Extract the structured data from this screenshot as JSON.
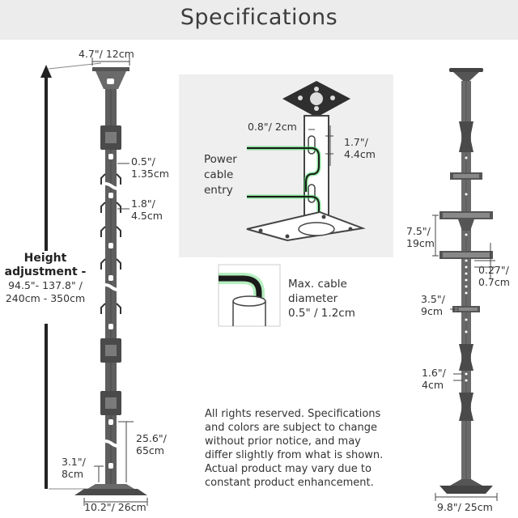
{
  "header": {
    "title": "Specifications"
  },
  "left_pole": {
    "top_width": "4.7\"/ 12cm",
    "notch_width": "0.5\"/\n1.35cm",
    "notch_spacing": "1.8\"/\n4.5cm",
    "height_title": "Height\nadjustment -",
    "height_range_imperial": "94.5\"- 137.8\" /",
    "height_range_metric": "240cm - 350cm",
    "lower_hole_span": "25.6\"/\n65cm",
    "base_height": "3.1\"/\n8cm",
    "base_width": "10.2\"/ 26cm"
  },
  "cable_inset": {
    "hole_width": "0.8\"/ 2cm",
    "hole_height": "1.7\"/\n4.4cm",
    "power_label": "Power\ncable\nentry",
    "max_cable_label": "Max. cable\ndiameter\n0.5\" / 1.2cm"
  },
  "notice": {
    "lines": [
      "All rights reserved. Specifications",
      "and colors are subject to change",
      "without prior notice, and may",
      "differ slightly from what is shown.",
      "Actual product may vary due to",
      "constant product enhancement."
    ]
  },
  "right_pole": {
    "bracket_spacing": "7.5\"/\n19cm",
    "hole_pitch": "0.27\"/\n0.7cm",
    "clamp_height": "3.5\"/\n9cm",
    "hole_gap": "1.6\"/\n4cm",
    "base_width": "9.8\"/ 25cm"
  },
  "colors": {
    "accent_green": "#2bd14a",
    "pole": "#5a5a5a",
    "header_bg": "#ececec"
  }
}
